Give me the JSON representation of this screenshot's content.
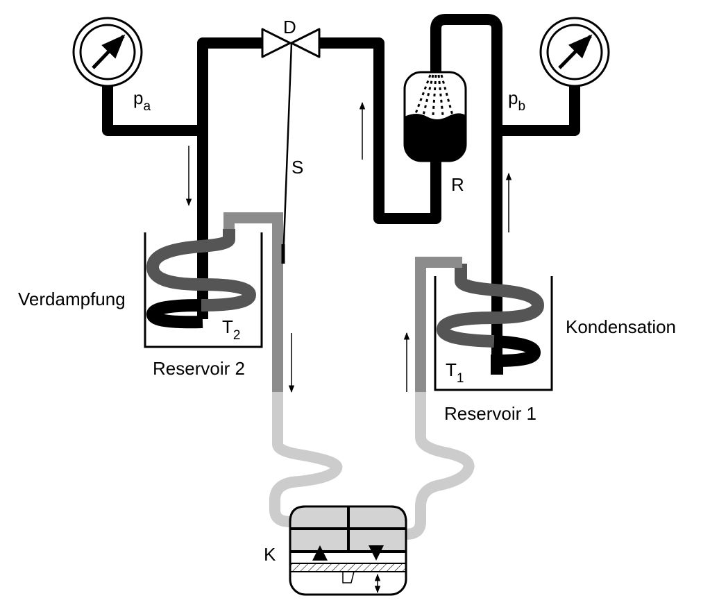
{
  "labels": {
    "valve": "D",
    "rod": "S",
    "receiver": "R",
    "compressor": "K",
    "pressure_a": {
      "base": "p",
      "sub": "a"
    },
    "pressure_b": {
      "base": "p",
      "sub": "b"
    },
    "temp_2": {
      "base": "T",
      "sub": "2"
    },
    "temp_1": {
      "base": "T",
      "sub": "1"
    },
    "evaporation": "Verdampfung",
    "condensation": "Kondensation",
    "reservoir_2": "Reservoir 2",
    "reservoir_1": "Reservoir 1"
  },
  "colors": {
    "pipe_dark": "#000000",
    "pipe_mid": "#555555",
    "pipe_gray": "#8c8c8c",
    "pipe_light": "#cccccc",
    "compressor_fill": "#d3d3d3"
  }
}
